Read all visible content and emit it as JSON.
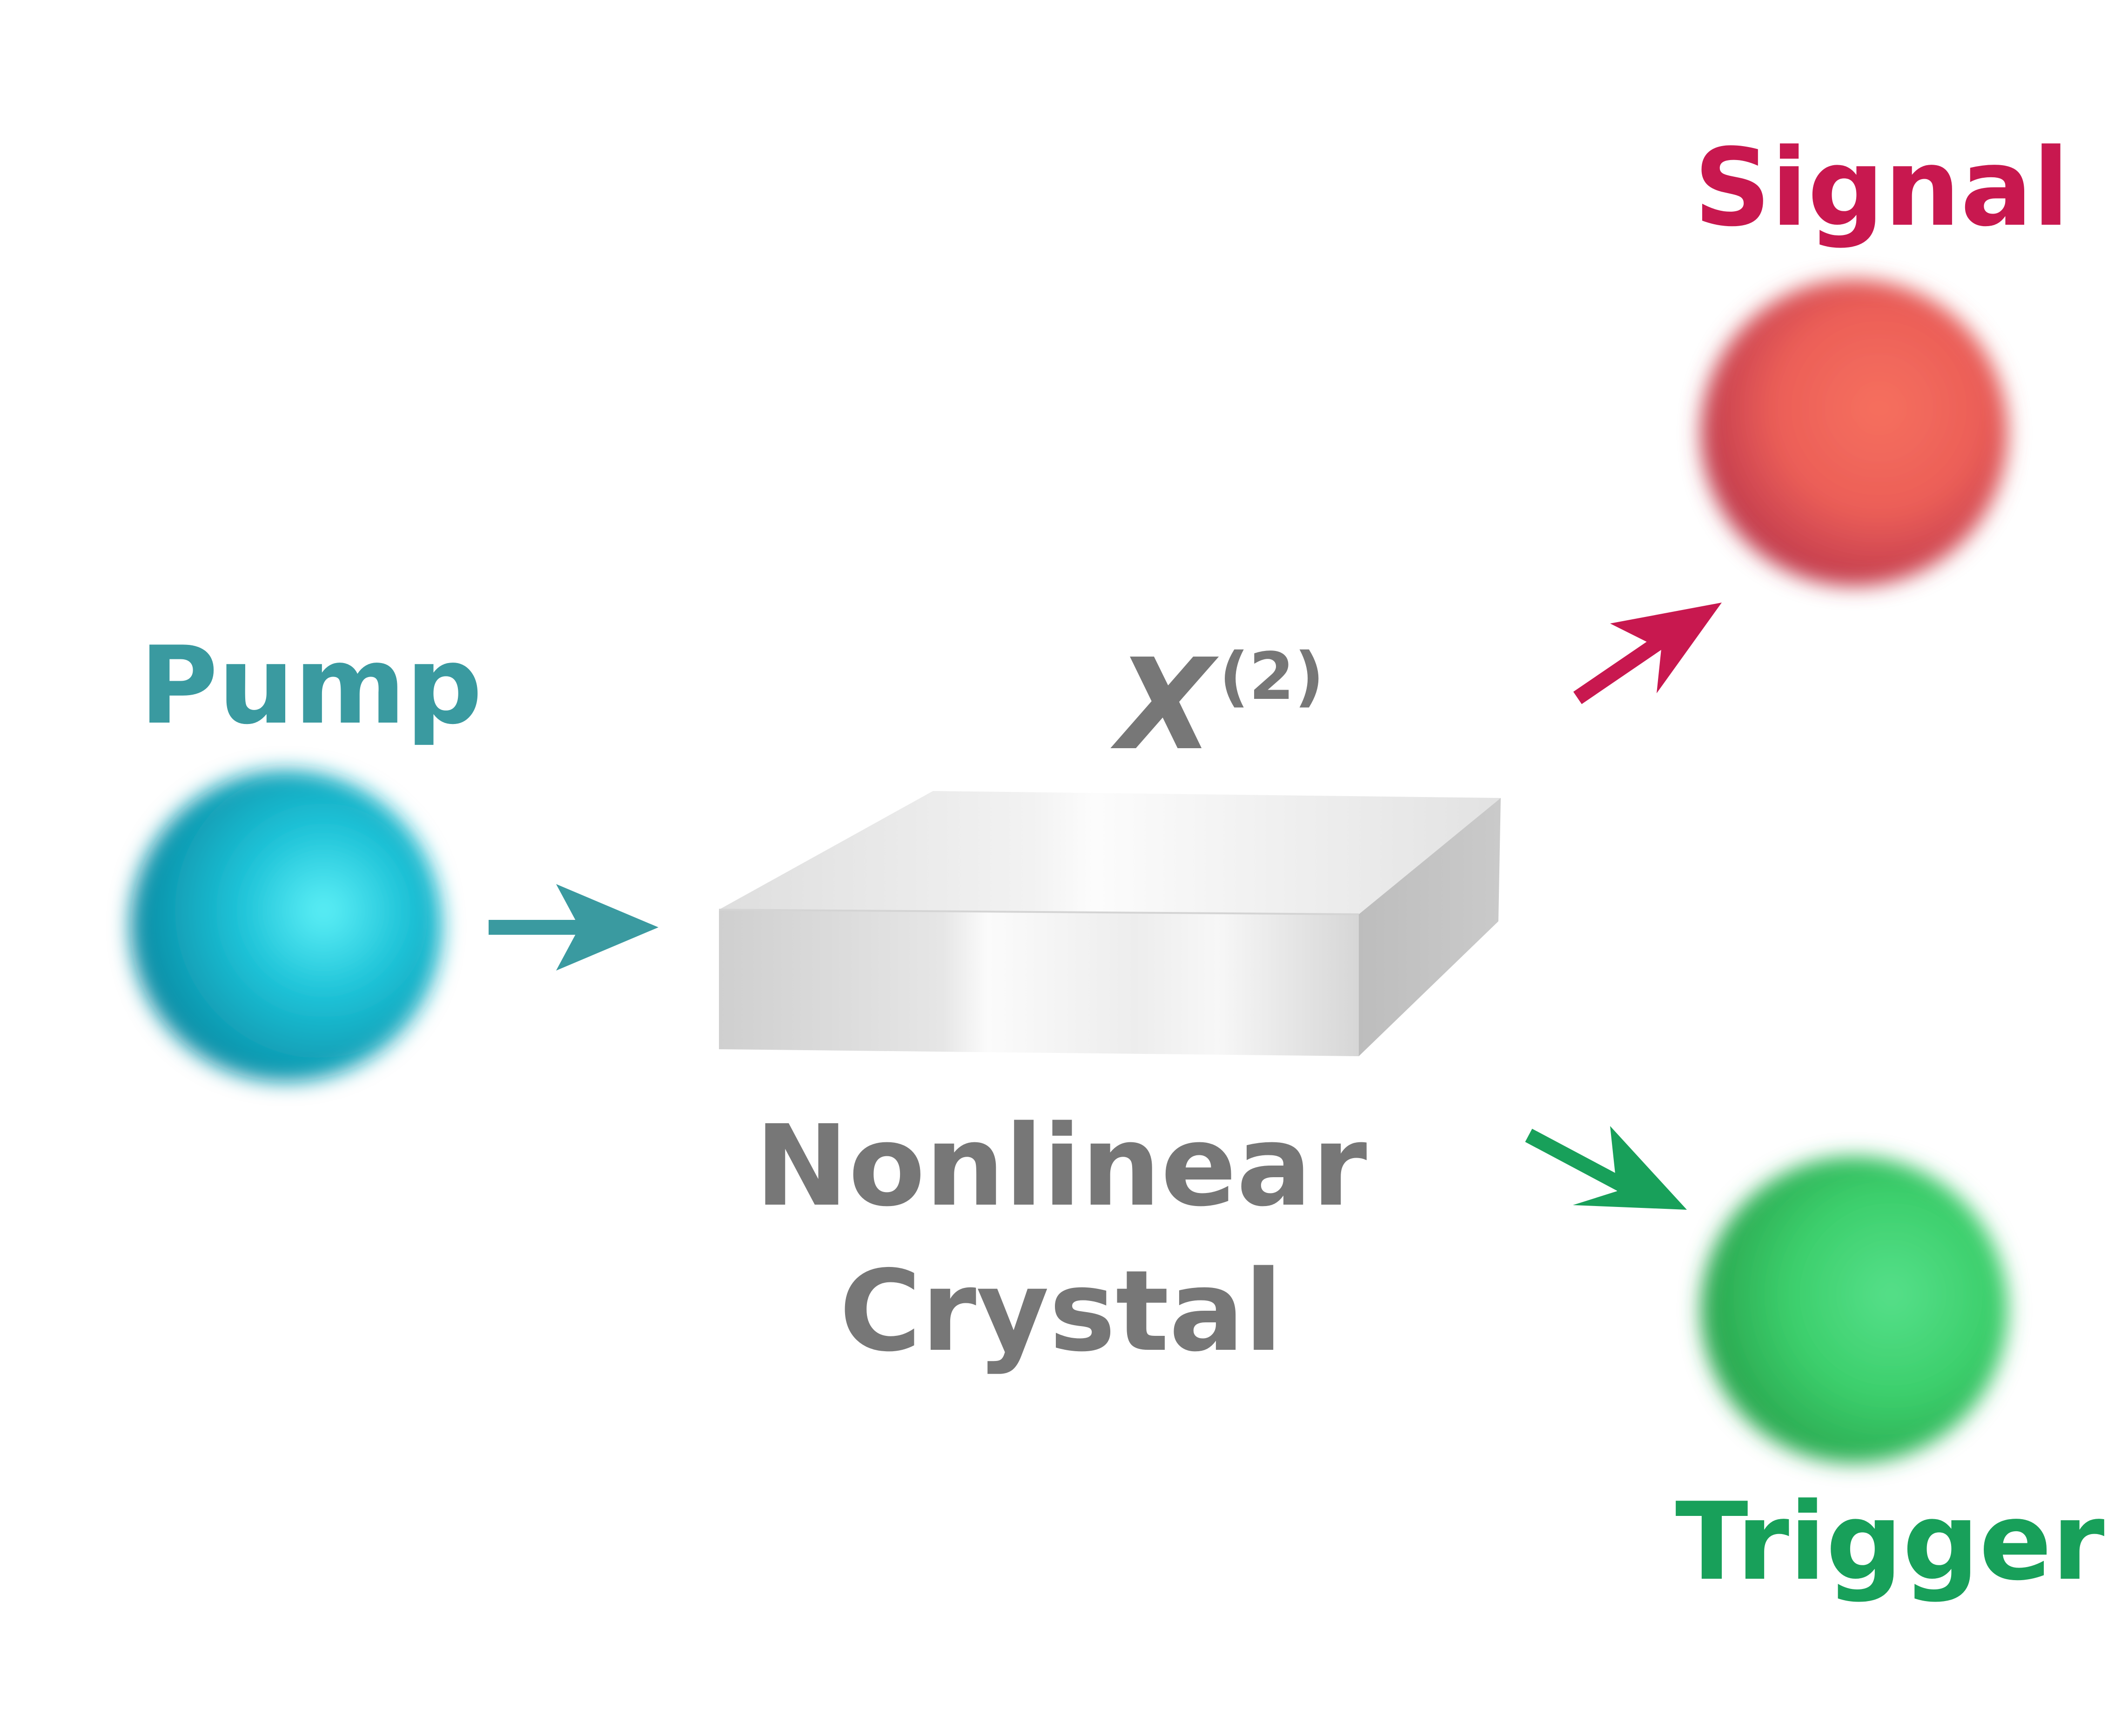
{
  "colors": {
    "pump": "#3a9aa0",
    "signal": "#c8184f",
    "trigger": "#18a05a",
    "crystal_text": "#777777",
    "crystal_body": "#e6e6e6"
  },
  "icons": {
    "pump_photon": "sphere",
    "signal_photon": "sphere",
    "trigger_photon": "sphere",
    "crystal": "rectangular-slab"
  },
  "labels": {
    "pump": "Pump",
    "signal": "Signal",
    "trigger": "Trigger",
    "crystal_line1": "Nonlinear",
    "crystal_line2": "Crystal",
    "chi_symbol": "X",
    "chi_order": "(2)"
  }
}
